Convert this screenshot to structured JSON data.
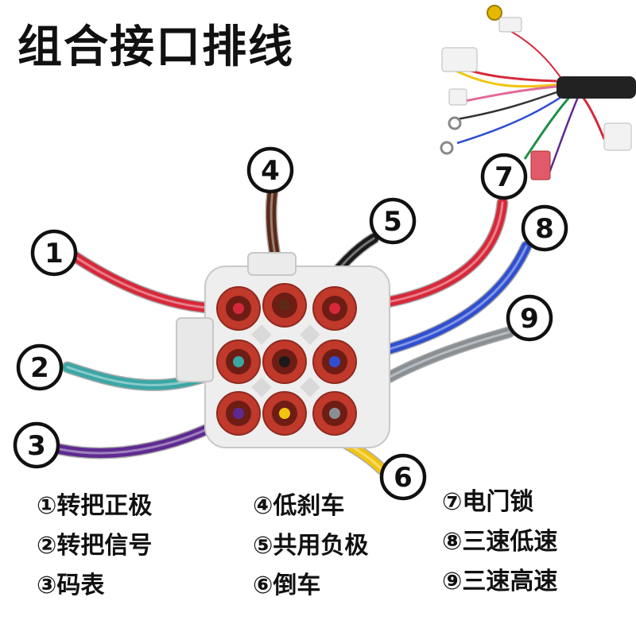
{
  "title": "组合接口排线",
  "pins": [
    {
      "id": 1,
      "label": "转把正极",
      "color": "#d7283a"
    },
    {
      "id": 2,
      "label": "转把信号",
      "color": "#3aa7a5"
    },
    {
      "id": 3,
      "label": "码表",
      "color": "#5e2a91"
    },
    {
      "id": 4,
      "label": "低刹车",
      "color": "#5b2a18"
    },
    {
      "id": 5,
      "label": "共用负极",
      "color": "#1a1a1a"
    },
    {
      "id": 6,
      "label": "倒车",
      "color": "#f1c40f"
    },
    {
      "id": 7,
      "label": "电门锁",
      "color": "#d7283a"
    },
    {
      "id": 8,
      "label": "三速低速",
      "color": "#2f4fd0"
    },
    {
      "id": 9,
      "label": "三速高速",
      "color": "#8a8f94"
    }
  ],
  "legend": [
    {
      "marker": "①",
      "text": "转把正极"
    },
    {
      "marker": "②",
      "text": "转把信号"
    },
    {
      "marker": "③",
      "text": "码表"
    },
    {
      "marker": "④",
      "text": "低刹车"
    },
    {
      "marker": "⑤",
      "text": "共用负极"
    },
    {
      "marker": "⑥",
      "text": "倒车"
    },
    {
      "marker": "⑦",
      "text": "电门锁"
    },
    {
      "marker": "⑧",
      "text": "三速低速"
    },
    {
      "marker": "⑨",
      "text": "三速高速"
    }
  ]
}
